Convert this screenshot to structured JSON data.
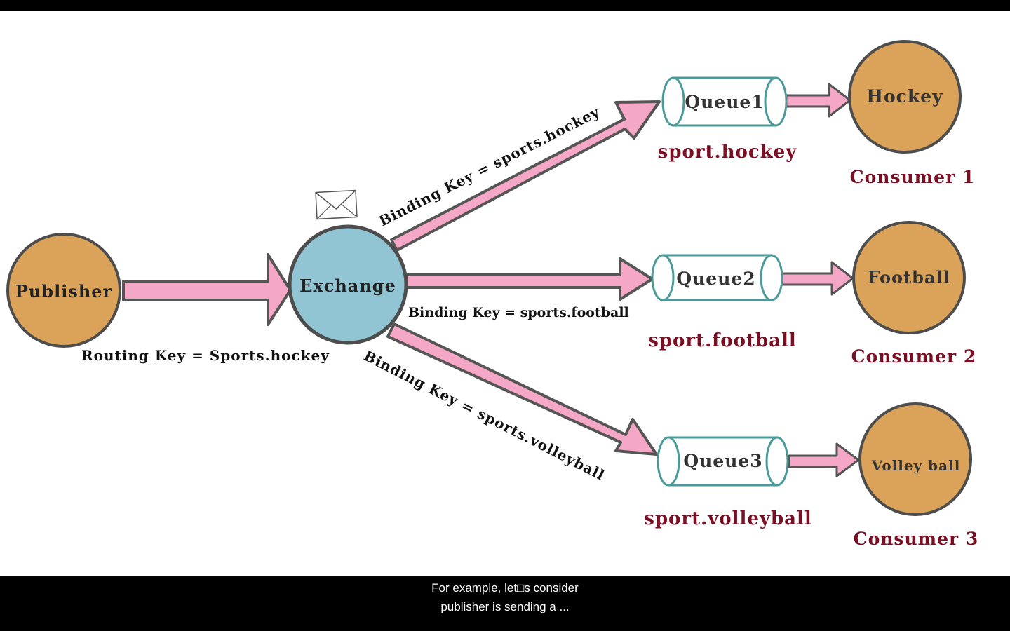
{
  "colors": {
    "slide_background": "#ffffff",
    "letterbox": "#000000",
    "arrow_fill": "#f4a7c7",
    "arrow_stroke": "#555555",
    "node_orange": "#dba35a",
    "node_blue": "#92c5d3",
    "node_stroke": "#4d4d4d",
    "queue_stroke": "#4a9a9a",
    "key_label_color": "#7a0f24",
    "text_dark": "#222222"
  },
  "diagram": {
    "publisher": {
      "label": "Publisher"
    },
    "exchange": {
      "label": "Exchange",
      "message_icon": "envelope-icon"
    },
    "routing_key": "Routing Key = Sports.hockey",
    "routes": [
      {
        "binding_key": "Binding Key = sports.hockey",
        "queue": "Queue1",
        "queue_key": "sport.hockey",
        "consumer_label": "Hockey",
        "consumer_name": "Consumer 1"
      },
      {
        "binding_key": "Binding Key = sports.football",
        "queue": "Queue2",
        "queue_key": "sport.football",
        "consumer_label": "Football",
        "consumer_name": "Consumer 2"
      },
      {
        "binding_key": "Binding Key = sports.volleyball",
        "queue": "Queue3",
        "queue_key": "sport.volleyball",
        "consumer_label": "Volley ball",
        "consumer_name": "Consumer 3"
      }
    ]
  },
  "subtitles": {
    "line1": "For example, let□s consider",
    "line2": "publisher is sending a ..."
  }
}
